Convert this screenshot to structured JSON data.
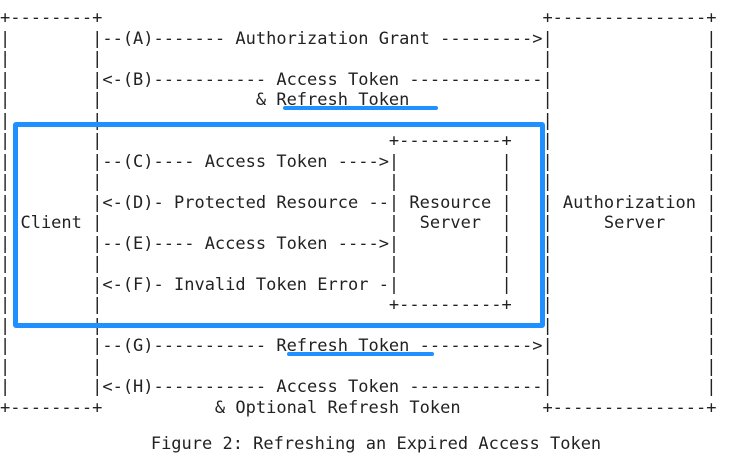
{
  "diagram": {
    "lines": [
      "+--------+                                           +---------------+",
      "|        |--(A)------- Authorization Grant --------->|               |",
      "|        |                                           |               |",
      "|        |<-(B)----------- Access Token -------------|               |",
      "|        |               & Refresh Token             |               |",
      "|        |                                           |               |",
      "|        |                            +----------+   |               |",
      "|        |--(C)---- Access Token ---->|          |   |               |",
      "|        |                            |          |   |               |",
      "|        |<-(D)- Protected Resource --| Resource |   | Authorization |",
      "| Client |                            |  Server  |   |     Server    |",
      "|        |--(E)---- Access Token ---->|          |   |               |",
      "|        |                            |          |   |               |",
      "|        |<-(F)- Invalid Token Error -|          |   |               |",
      "|        |                            +----------+   |               |",
      "|        |                                           |               |",
      "|        |--(G)----------- Refresh Token ----------->|               |",
      "|        |                                           |               |",
      "|        |<-(H)----------- Access Token -------------|               |",
      "+--------+           & Optional Refresh Token        +---------------+"
    ],
    "caption": "Figure 2: Refreshing an Expired Access Token",
    "highlight_color": "#1e90ff"
  }
}
